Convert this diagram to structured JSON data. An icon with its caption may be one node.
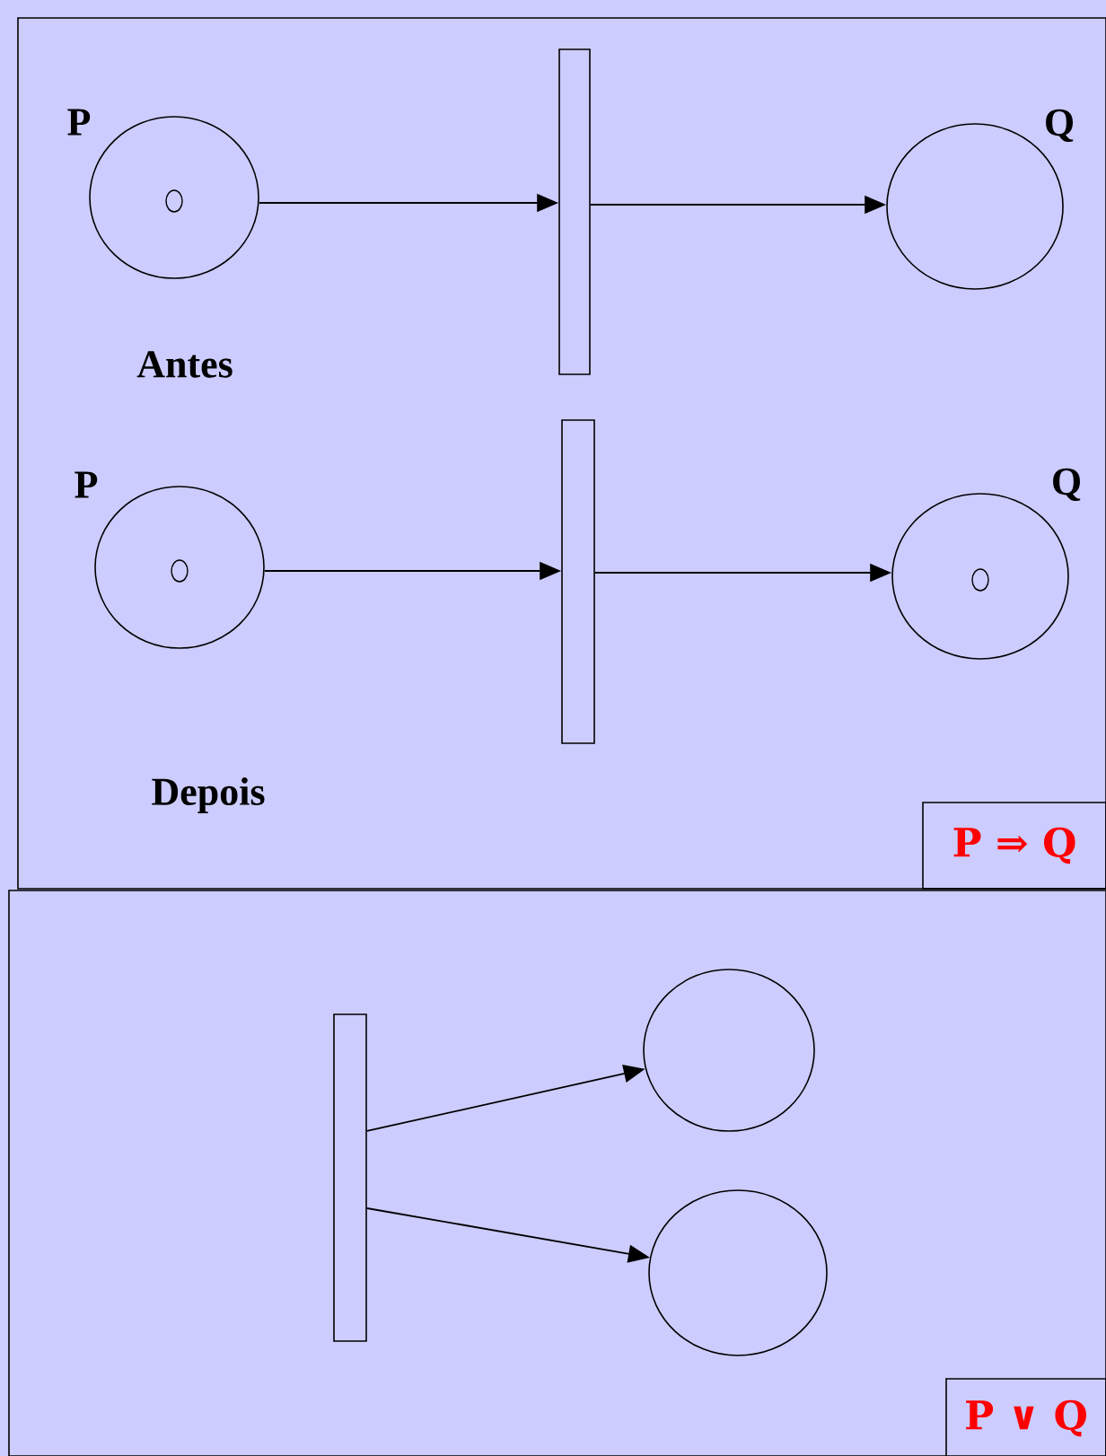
{
  "diagram": {
    "nodes": [
      {
        "text": [],
        "shape": "box"
      },
      {
        "text": [],
        "shape": "circle",
        "in": 0,
        "beside": [
          "P"
        ]
      },
      {
        "text": [],
        "shape": "bar",
        "in": 0
      },
      {
        "text": [],
        "shape": "circle",
        "in": 0,
        "beside": [
          "Q"
        ]
      },
      {
        "text": [],
        "shape": "circle",
        "in": 0,
        "beside": [
          "P"
        ]
      },
      {
        "text": [],
        "shape": "bar",
        "in": 0
      },
      {
        "text": [],
        "shape": "circle",
        "in": 0,
        "beside": [
          "Q"
        ]
      },
      {
        "text": [
          "P ⇒ Q"
        ],
        "in": 0
      },
      {
        "text": [],
        "shape": "box"
      },
      {
        "text": [],
        "shape": "bar",
        "in": 8
      },
      {
        "text": [],
        "shape": "circle",
        "in": 8
      },
      {
        "text": [],
        "shape": "circle",
        "in": 8
      },
      {
        "text": [
          "P ∨ Q"
        ],
        "in": 8
      }
    ],
    "edges": [
      {
        "from": 1,
        "to": 2,
        "arrow": "to"
      },
      {
        "from": 2,
        "to": 3,
        "arrow": "to"
      },
      {
        "from": 4,
        "to": 5,
        "arrow": "to"
      },
      {
        "from": 5,
        "to": 6,
        "arrow": "to"
      },
      {
        "from": 9,
        "to": 10,
        "arrow": "to"
      },
      {
        "from": 9,
        "to": 11,
        "arrow": "to"
      }
    ],
    "labels": [
      "Antes",
      "Depois"
    ]
  }
}
